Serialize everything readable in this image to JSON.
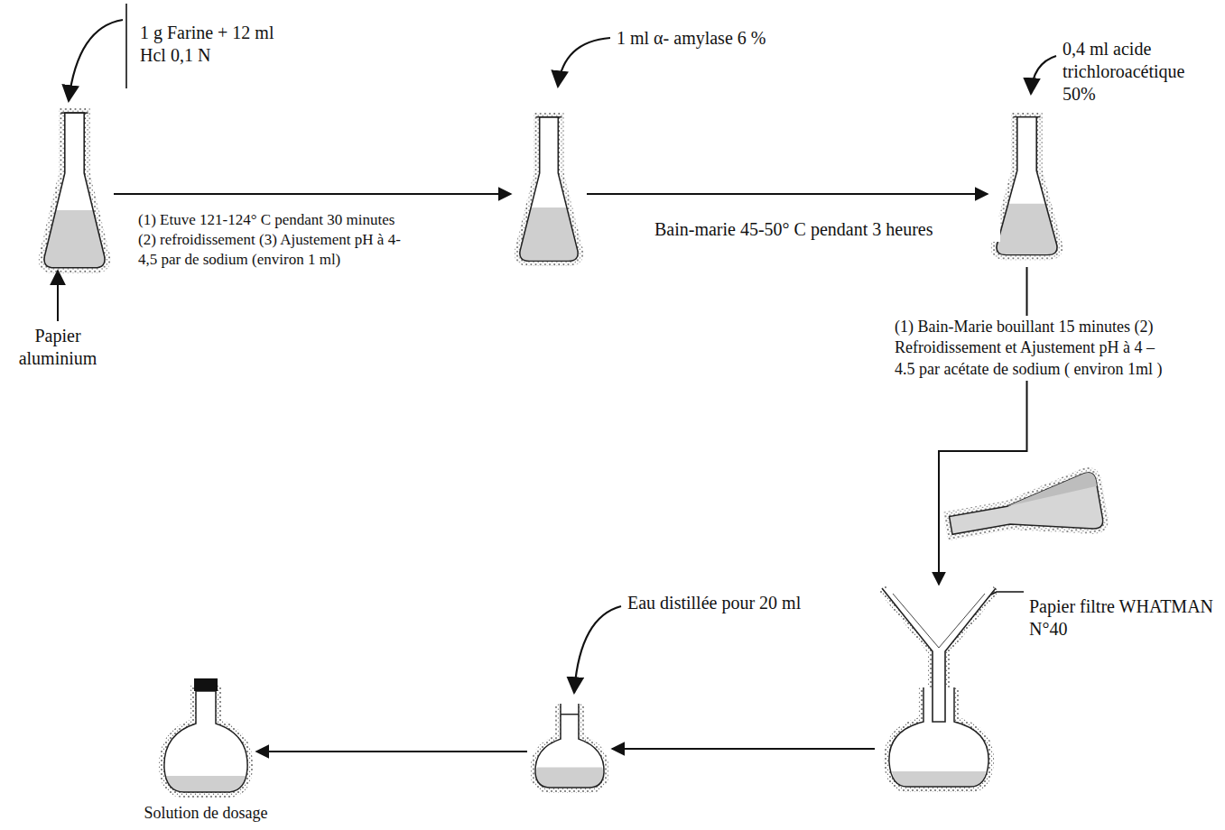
{
  "diagram": {
    "nodes": [
      {
        "text": [
          "1 g Farine + 12 ml Hcl 0,1 N"
        ]
      },
      {
        "text": [
          "1 ml α- amylase 6 %"
        ]
      },
      {
        "text": [
          "0,4 ml acide trichloroacétique 50%"
        ]
      },
      {
        "text": [
          "Papier filtre WHATMAN N°40"
        ]
      },
      {
        "text": [
          "Eau distillée pour 20 ml"
        ]
      },
      {
        "text": [
          "Solution de dosage"
        ]
      }
    ],
    "edges": [
      {
        "from": 0,
        "to": 1,
        "arrow": "to",
        "label": "(1) Etuve 121-124° C pendant 30 minutes (2) refroidissement (3) Ajustement pH à 4-4,5 par de sodium (environ 1 ml)"
      },
      {
        "from": 1,
        "to": 2,
        "arrow": "to",
        "label": "Bain-marie 45-50° C pendant 3 heures"
      },
      {
        "from": 2,
        "to": 3,
        "arrow": "to",
        "label": "(1) Bain-Marie bouillant 15 minutes (2) Refroidissement et Ajustement pH à 4 – 4.5 par acétate de sodium ( environ 1ml )"
      },
      {
        "from": 3,
        "to": 4,
        "arrow": "to"
      },
      {
        "from": 4,
        "to": 5,
        "arrow": "to"
      }
    ],
    "labels": [
      "Papier aluminium"
    ]
  }
}
